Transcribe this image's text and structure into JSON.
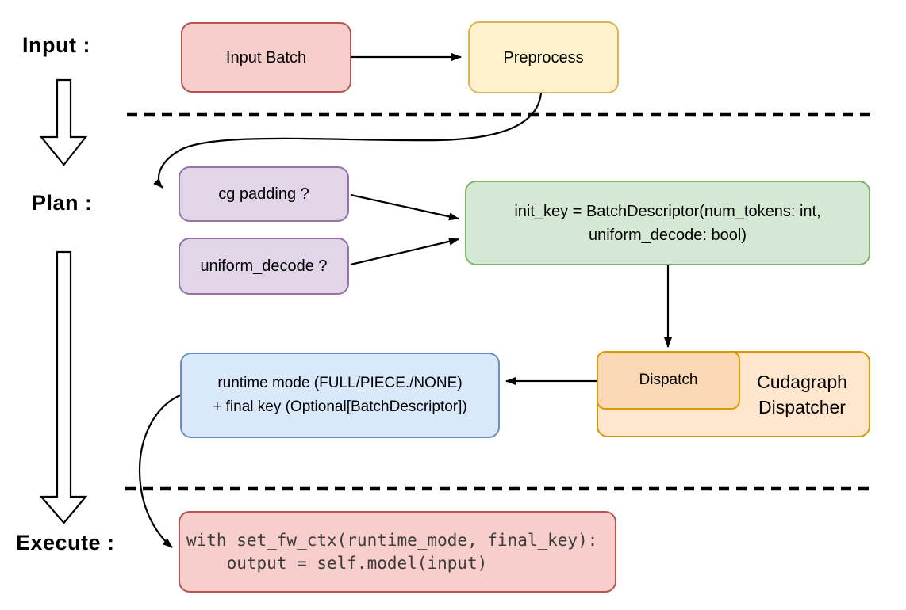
{
  "stage_labels": {
    "input": "Input :",
    "plan": "Plan :",
    "execute": "Execute :"
  },
  "nodes": {
    "input_batch": {
      "label": "Input Batch",
      "fill": "#f8cecc",
      "stroke": "#b85450"
    },
    "preprocess": {
      "label": "Preprocess",
      "fill": "#fff2cc",
      "stroke": "#d6b656"
    },
    "cg_padding": {
      "label": "cg padding ?",
      "fill": "#e1d5e7",
      "stroke": "#9673a6"
    },
    "uniform_decode": {
      "label": "uniform_decode ?",
      "fill": "#e1d5e7",
      "stroke": "#9673a6"
    },
    "init_key": {
      "line1": "init_key = BatchDescriptor(num_tokens: int,",
      "line2": "uniform_decode: bool)",
      "fill": "#d5e8d4",
      "stroke": "#82b366"
    },
    "cudagraph_dispatcher": {
      "line1": "Cudagraph",
      "line2": "Dispatcher",
      "fill": "#ffe6cc",
      "stroke": "#d79b00"
    },
    "dispatch": {
      "label": "Dispatch",
      "fill": "#fad7b5",
      "stroke": "#d79b00"
    },
    "runtime_mode": {
      "line1": "runtime mode (FULL/PIECE./NONE)",
      "line2": "+ final key (Optional[BatchDescriptor])",
      "fill": "#dae8fc",
      "stroke": "#6c8ebf"
    },
    "execute_code": {
      "line1": "with set_fw_ctx(runtime_mode, final_key):",
      "line2": "    output = self.model(input)",
      "fill": "#f8cecc",
      "stroke": "#b85450"
    }
  },
  "diagram_colors": {
    "connector": "#000000",
    "divider": "#000000",
    "stage_arrow_fill": "#ffffff"
  }
}
